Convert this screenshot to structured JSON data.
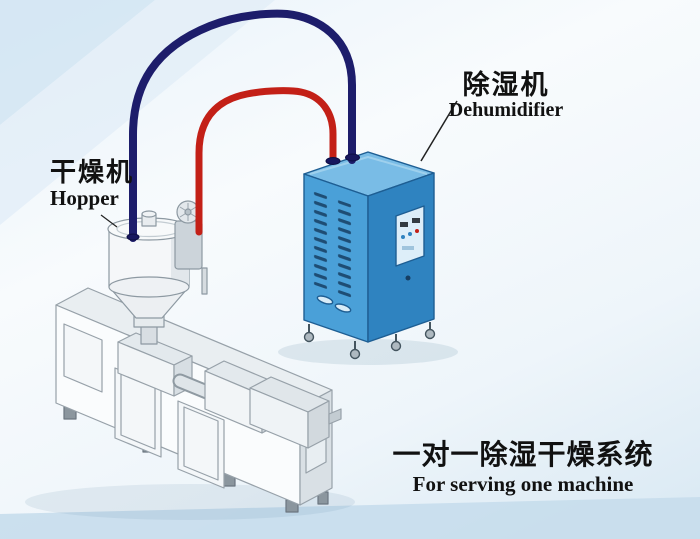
{
  "labels": {
    "hopper_cn": "干燥机",
    "hopper_en": "Hopper",
    "dehumidifier_cn": "除湿机",
    "dehumidifier_en": "Dehumidifier",
    "caption_cn": "一对一除湿干燥系统",
    "caption_en": "For serving one machine"
  },
  "palette": {
    "pipe_supply_blue": "#1d1d6b",
    "pipe_return_red": "#c32017",
    "cabinet_front_blue": "#4aa0d8",
    "cabinet_side_blue": "#2f83c0",
    "cabinet_top_blue": "#79bce6",
    "machine_white": "#fafcfd",
    "background_band_blue": "#cfe3f1"
  },
  "components": {
    "dehumidifier": "dehumidifier-cabinet",
    "hopper": "hopper-dryer",
    "extruder": "extruder-machine",
    "supply_pipe": "blue-air-pipe",
    "return_pipe": "red-air-pipe"
  }
}
